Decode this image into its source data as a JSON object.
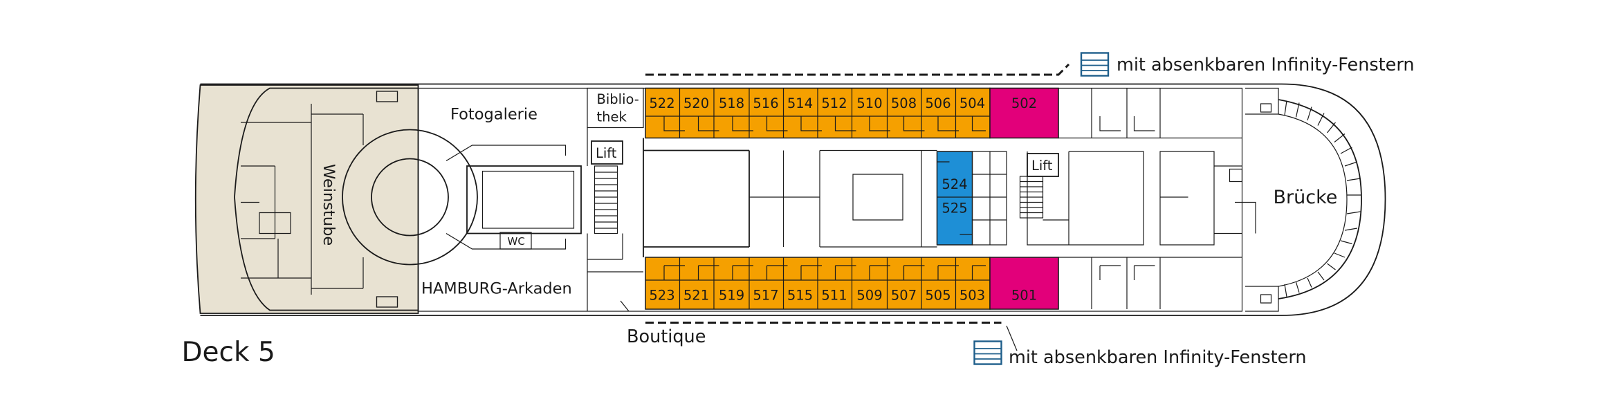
{
  "deck": {
    "title": "Deck 5"
  },
  "legend": {
    "top_text": "mit absenkbaren Infinity-Fenstern",
    "bottom_text": "mit absenkbaren Infinity-Fenstern"
  },
  "rooms": {
    "fotogalerie": "Fotogalerie",
    "bibliothek_1": "Biblio-",
    "bibliothek_2": "thek",
    "lift_aft": "Lift",
    "lift_fwd": "Lift",
    "weinstube": "Weinstube",
    "wc": "WC",
    "hamburg_arkaden": "HAMBURG-Arkaden",
    "boutique": "Boutique",
    "bruecke": "Brücke"
  },
  "cabins": {
    "top_orange": [
      "522",
      "520",
      "518",
      "516",
      "514",
      "512",
      "510",
      "508",
      "506",
      "504"
    ],
    "top_pink": "502",
    "bottom_orange": [
      "523",
      "521",
      "519",
      "517",
      "515",
      "511",
      "509",
      "507",
      "505",
      "503"
    ],
    "bottom_pink": "501",
    "blue": [
      "524",
      "525"
    ]
  },
  "colors": {
    "orange": "#f5a000",
    "pink": "#e2007a",
    "blue": "#1e8fd6",
    "beige": "#e8e2d2",
    "legend_icon": "#1f5f8b"
  }
}
